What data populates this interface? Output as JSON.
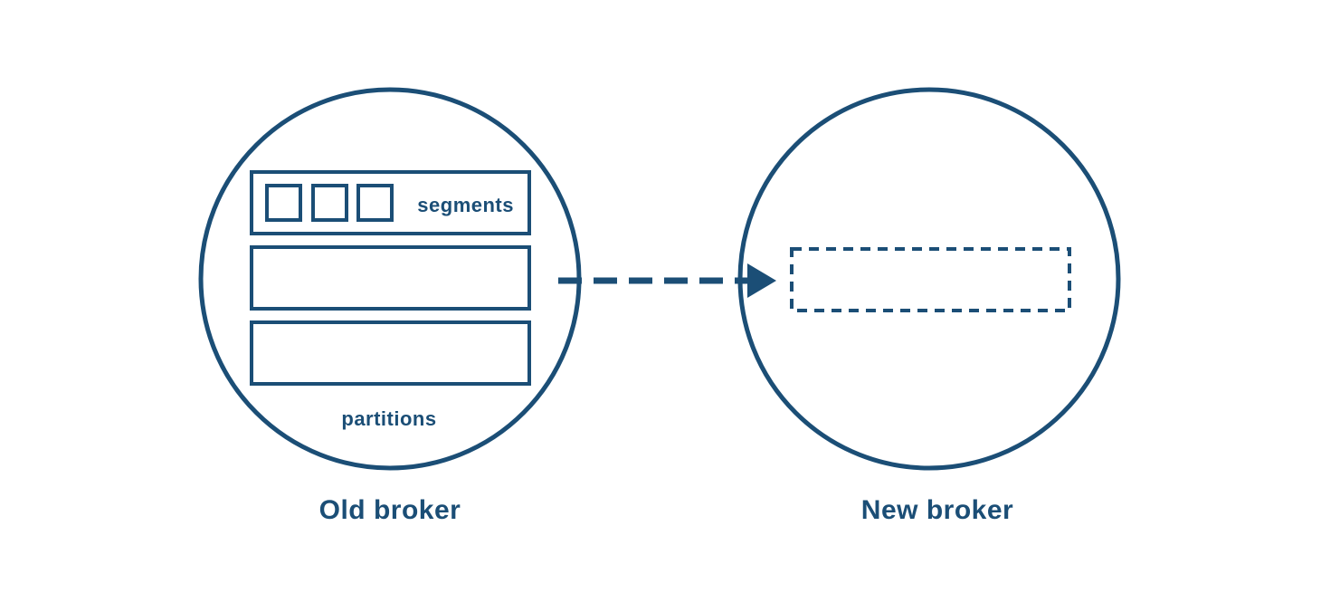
{
  "colors": {
    "primary": "#1b4e76",
    "background": "#ffffff"
  },
  "diagram": {
    "old_broker": {
      "label": "Old broker",
      "segments_label": "segments",
      "partitions_label": "partitions"
    },
    "new_broker": {
      "label": "New broker"
    }
  }
}
